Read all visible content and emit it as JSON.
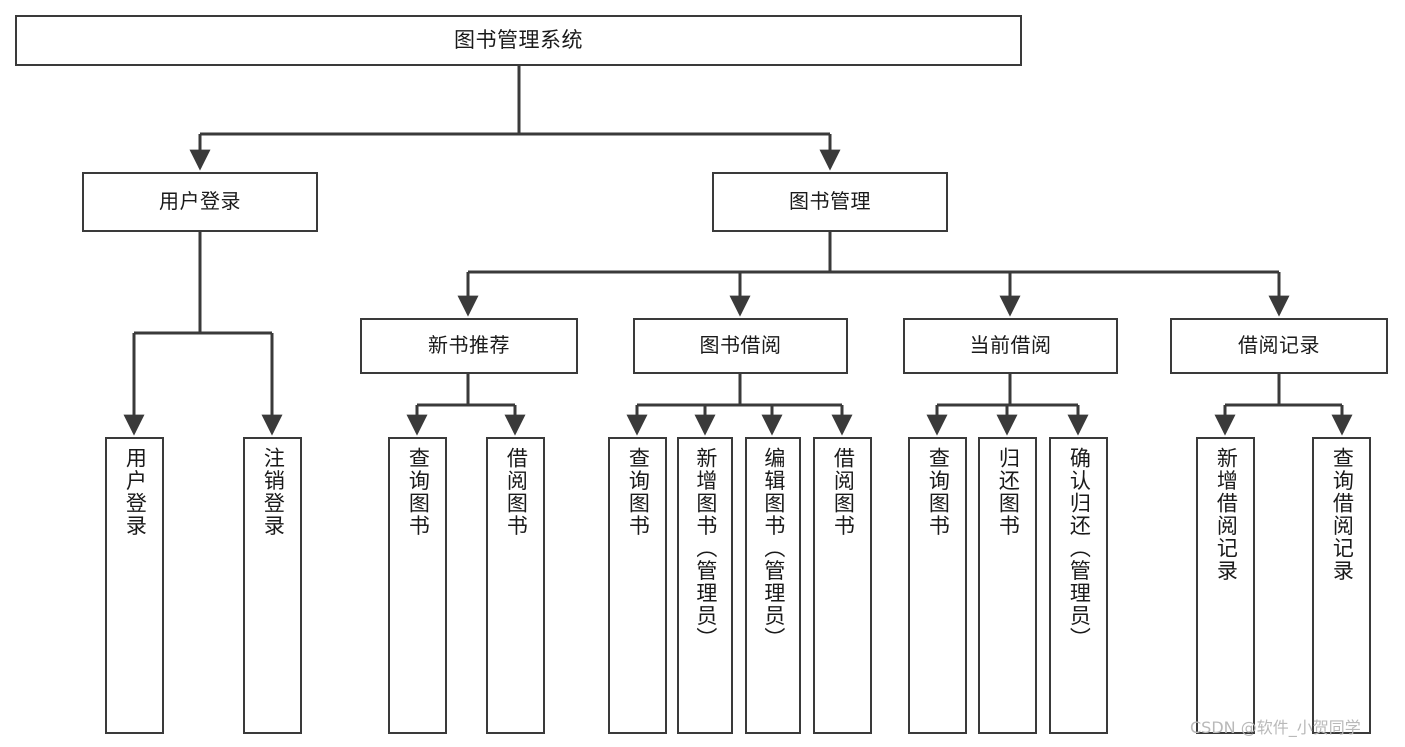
{
  "diagram": {
    "title": "图书管理系统",
    "type": "tree-hierarchy",
    "orientation": "top-down",
    "colors": {
      "background": "#ffffff",
      "node_border": "#3a3a3a",
      "node_fill": "#ffffff",
      "edge": "#3a3a3a",
      "text": "#1a1a1a",
      "watermark": "#b9b9b9"
    }
  },
  "root": {
    "label": "图书管理系统"
  },
  "level2": [
    {
      "label": "用户登录"
    },
    {
      "label": "图书管理"
    }
  ],
  "level3": [
    {
      "label": "新书推荐"
    },
    {
      "label": "图书借阅"
    },
    {
      "label": "当前借阅"
    },
    {
      "label": "借阅记录"
    }
  ],
  "leaves": {
    "user_login": [
      {
        "label": "用户登录"
      },
      {
        "label": "注销登录"
      }
    ],
    "new_book_recommend": [
      {
        "label": "查询图书"
      },
      {
        "label": "借阅图书"
      }
    ],
    "book_borrow": [
      {
        "label": "查询图书"
      },
      {
        "label": "新增图书（管理员）"
      },
      {
        "label": "编辑图书（管理员）"
      },
      {
        "label": "借阅图书"
      }
    ],
    "current_borrow": [
      {
        "label": "查询图书"
      },
      {
        "label": "归还图书"
      },
      {
        "label": "确认归还（管理员）"
      }
    ],
    "borrow_record": [
      {
        "label": "新增借阅记录"
      },
      {
        "label": "查询借阅记录"
      }
    ]
  },
  "watermark": {
    "text": "CSDN @软件_小贺同学"
  }
}
